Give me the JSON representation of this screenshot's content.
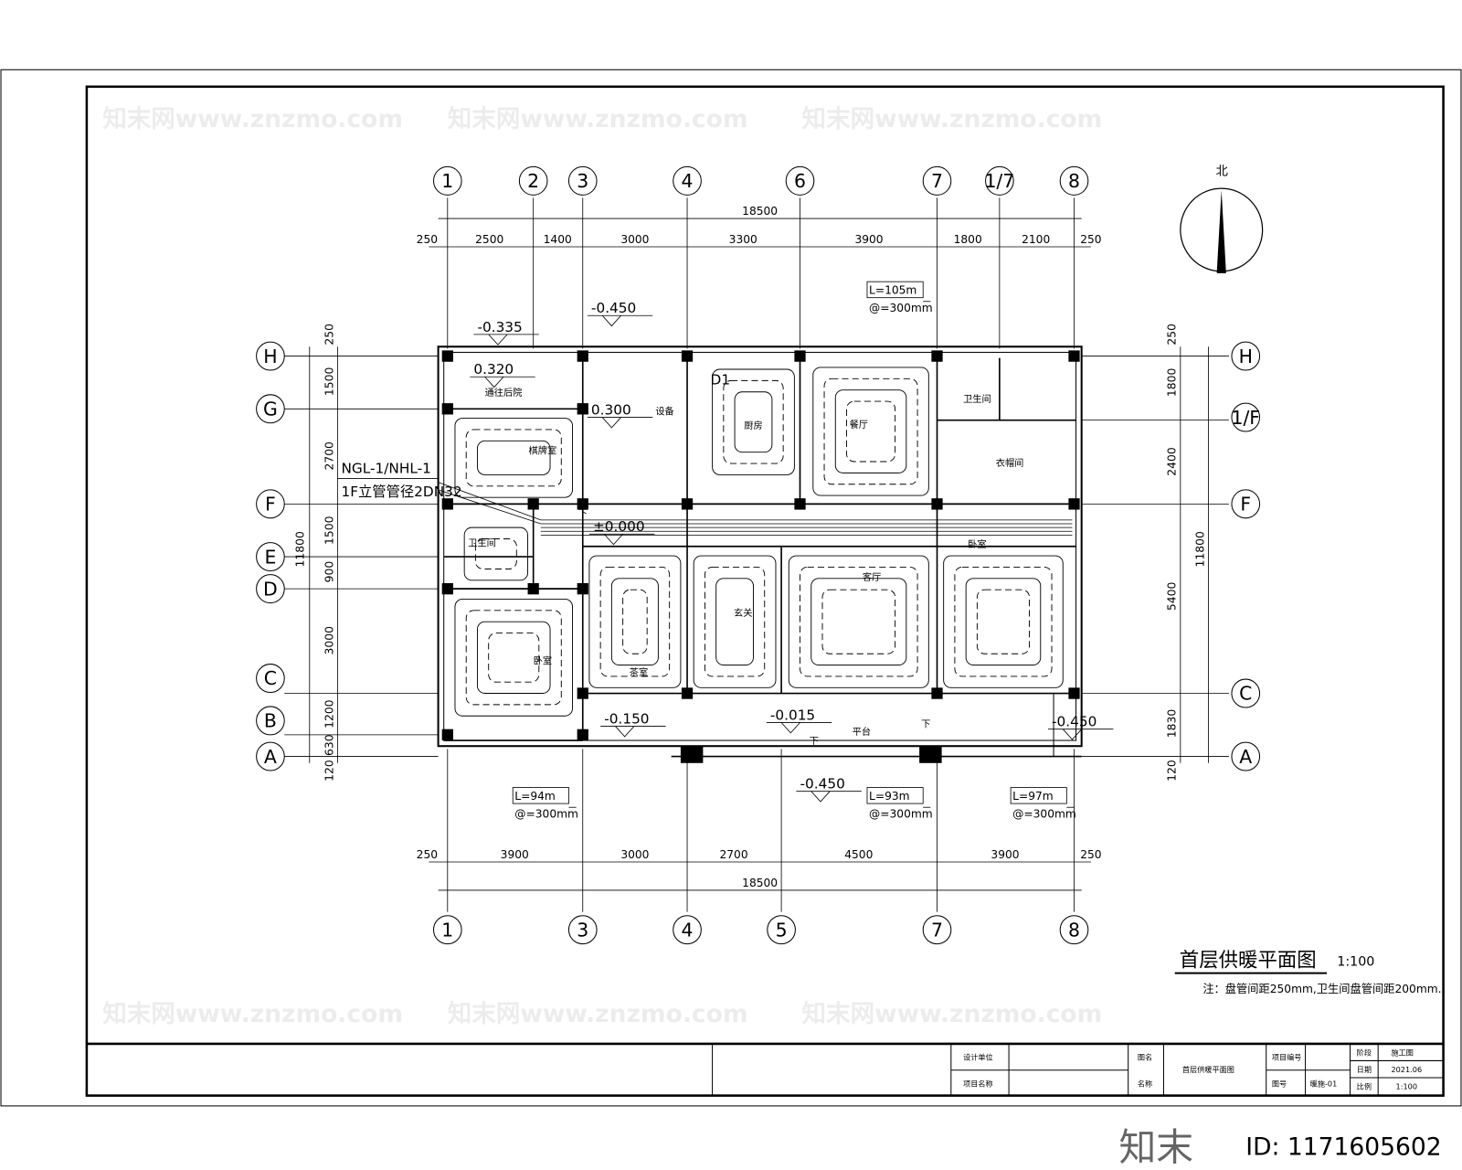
{
  "drawing": {
    "title": "首层供暖平面图",
    "scale": "1:100",
    "note": "注：盘管间距250mm,卫生间盘管间距200mm..",
    "north_label": "北"
  },
  "axes": {
    "top": [
      "1",
      "2",
      "3",
      "4",
      "6",
      "7",
      "1/7",
      "8"
    ],
    "bottom": [
      "1",
      "3",
      "4",
      "5",
      "7",
      "8"
    ],
    "left": [
      "H",
      "G",
      "F",
      "E",
      "D",
      "C",
      "B",
      "A"
    ],
    "right": [
      "H",
      "1/F",
      "F",
      "C",
      "A"
    ]
  },
  "dimensions": {
    "top_total": "18500",
    "top": [
      "250",
      "2500",
      "1400",
      "3000",
      "3300",
      "3900",
      "1800",
      "2100",
      "250"
    ],
    "bottom_total": "18500",
    "bottom": [
      "250",
      "3900",
      "3000",
      "2700",
      "4500",
      "3900",
      "250"
    ],
    "left_total": "11800",
    "left": [
      "250",
      "1500",
      "2700",
      "1500",
      "900",
      "3000",
      "1200",
      "630",
      "120"
    ],
    "right_total": "11800",
    "right": [
      "250",
      "1800",
      "2400",
      "5400",
      "1830",
      "120"
    ]
  },
  "rooms": [
    "通往后院",
    "棋牌室",
    "设备",
    "厨房",
    "餐厅",
    "卫生间",
    "衣帽间",
    "卫生间",
    "卧室",
    "茶室",
    "玄关",
    "客厅",
    "卧室",
    "平台"
  ],
  "elevations": [
    "-0.335",
    "-0.450",
    "0.320",
    "0.300",
    "±0.000",
    "-0.150",
    "-0.015",
    "-0.450",
    "-0.450"
  ],
  "markers": {
    "d1": "D1",
    "down1": "下",
    "down2": "下",
    "down3": "下"
  },
  "pipes": {
    "riser_code": "NGL-1/NHL-1",
    "riser_size": "1F立管管径2DN32",
    "loops": [
      {
        "length": "L=105m",
        "spacing": "@=300mm"
      },
      {
        "length": "L=94m",
        "spacing": "@=300mm"
      },
      {
        "length": "L=93m",
        "spacing": "@=300mm"
      },
      {
        "length": "L=97m",
        "spacing": "@=300mm"
      }
    ]
  },
  "title_block": {
    "design_unit_label": "设计单位",
    "project_name_label": "项目名称",
    "drawing_name_label": "图名",
    "drawing_name_label2": "名称",
    "drawing_name": "首层供暖平面图",
    "project_no_label": "项目编号",
    "drawing_no_label": "图号",
    "drawing_no": "暖施-01",
    "stage_label": "阶段",
    "stage": "施工图",
    "date_label": "日期",
    "date": "2021.06",
    "scale_label": "比例",
    "scale": "1:100"
  },
  "watermark": {
    "text": "知末网www.znzmo.com",
    "logo": "知末",
    "id": "ID: 1171605602"
  }
}
